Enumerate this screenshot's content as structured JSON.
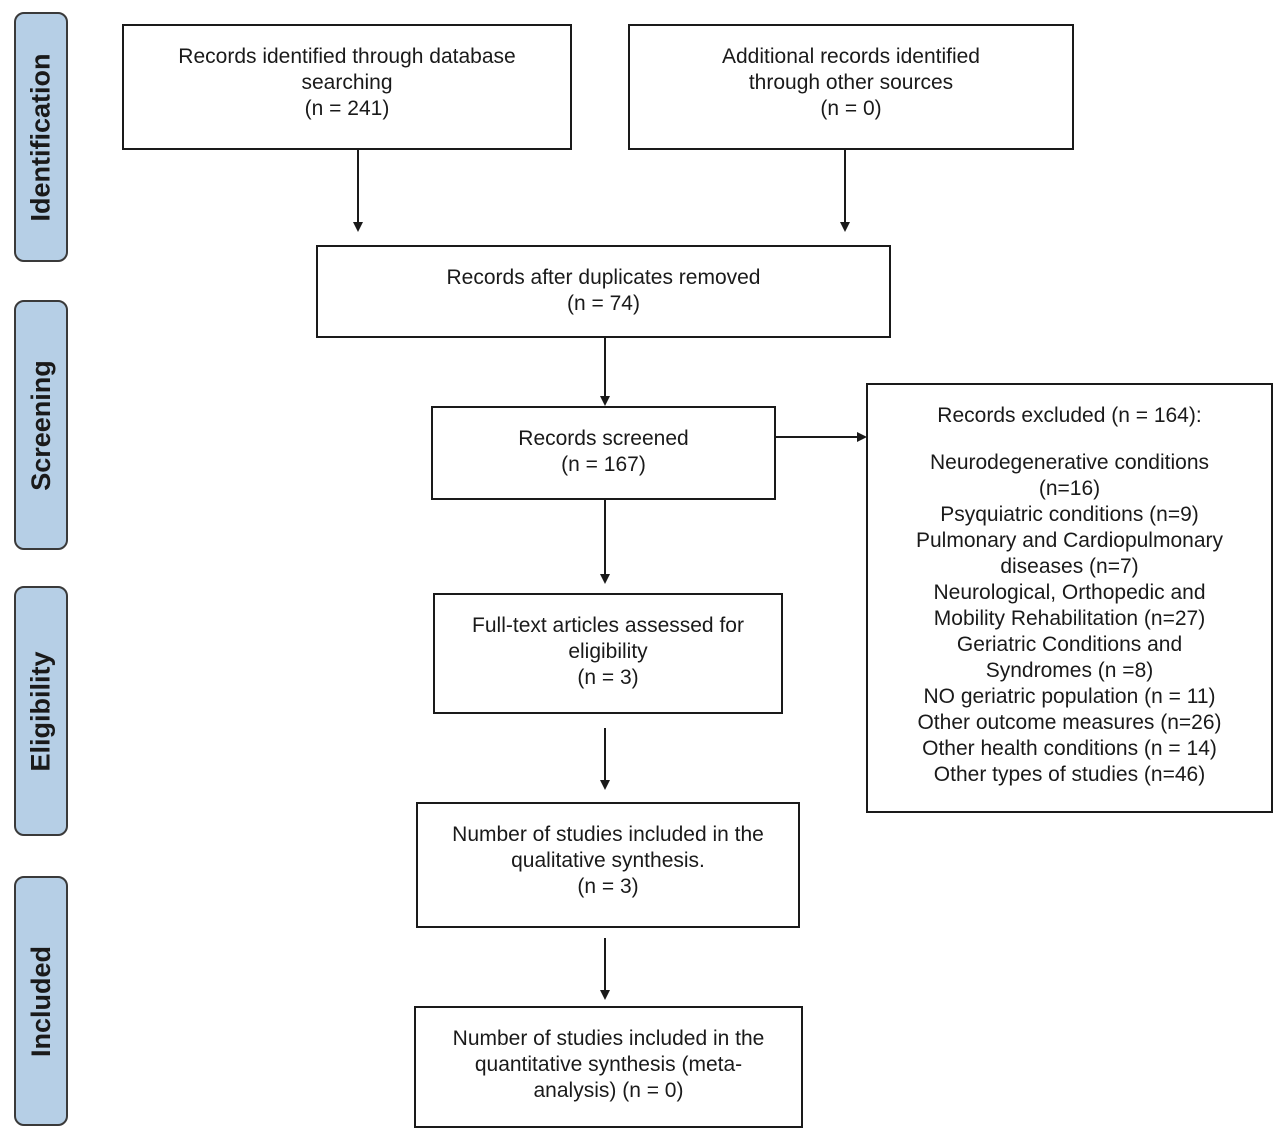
{
  "phases": {
    "identification": "Identification",
    "screening": "Screening",
    "eligibility": "Eligibility",
    "included": "Included"
  },
  "boxes": {
    "db_search": {
      "lines": [
        "Records identified through database",
        "searching",
        "(n = 241)"
      ]
    },
    "other_sources": {
      "lines": [
        "Additional records identified",
        "through other sources",
        "(n = 0)"
      ]
    },
    "duplicates_removed": {
      "lines": [
        "Records after duplicates removed",
        "(n = 74)"
      ]
    },
    "screened": {
      "lines": [
        "Records screened",
        "(n = 167)"
      ]
    },
    "fulltext": {
      "lines": [
        "Full-text articles assessed for",
        "eligibility",
        "(n = 3)"
      ]
    },
    "qualitative": {
      "lines": [
        "Number of studies included in the",
        "qualitative synthesis.",
        "(n = 3)"
      ]
    },
    "quantitative": {
      "lines": [
        "Number of studies included in the",
        "quantitative synthesis (meta-",
        "analysis) (n = 0)"
      ]
    }
  },
  "excluded": {
    "title": "Records excluded (n = 164):",
    "lines": [
      "Neurodegenerative conditions",
      "(n=16)",
      "Psyquiatric conditions (n=9)",
      "Pulmonary and Cardiopulmonary",
      "diseases (n=7)",
      "Neurological, Orthopedic and",
      "Mobility Rehabilitation (n=27)",
      "Geriatric Conditions and",
      "Syndromes (n =8)",
      "NO geriatric population (n = 11)",
      "Other outcome measures (n=26)",
      "Other health conditions (n = 14)",
      "Other types of studies (n=46)"
    ]
  }
}
